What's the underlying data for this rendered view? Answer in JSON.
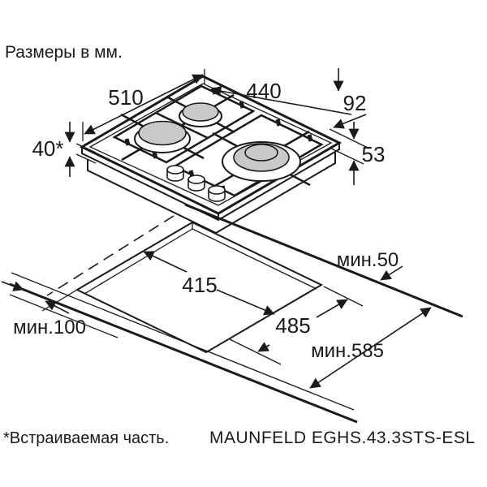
{
  "header": {
    "units_note": "Размеры в мм."
  },
  "hob": {
    "depth_mm": "510",
    "width_mm": "440",
    "rear_height_mm": "92",
    "builtin_height_mm": "53",
    "above_worktop_mm": "40*"
  },
  "cutout": {
    "width_mm": "415",
    "depth_mm": "485",
    "min_rear_clearance": "мин.50",
    "min_front_clearance": "мин.100",
    "min_worktop_depth": "мин.585"
  },
  "footer": {
    "asterisk_note": "*Встраиваемая часть.",
    "model": "MAUNFELD EGHS.43.3STS-ESL"
  },
  "colors": {
    "line": "#1a1a1a",
    "burner_fill": "#c9c9c9",
    "background": "#ffffff"
  }
}
